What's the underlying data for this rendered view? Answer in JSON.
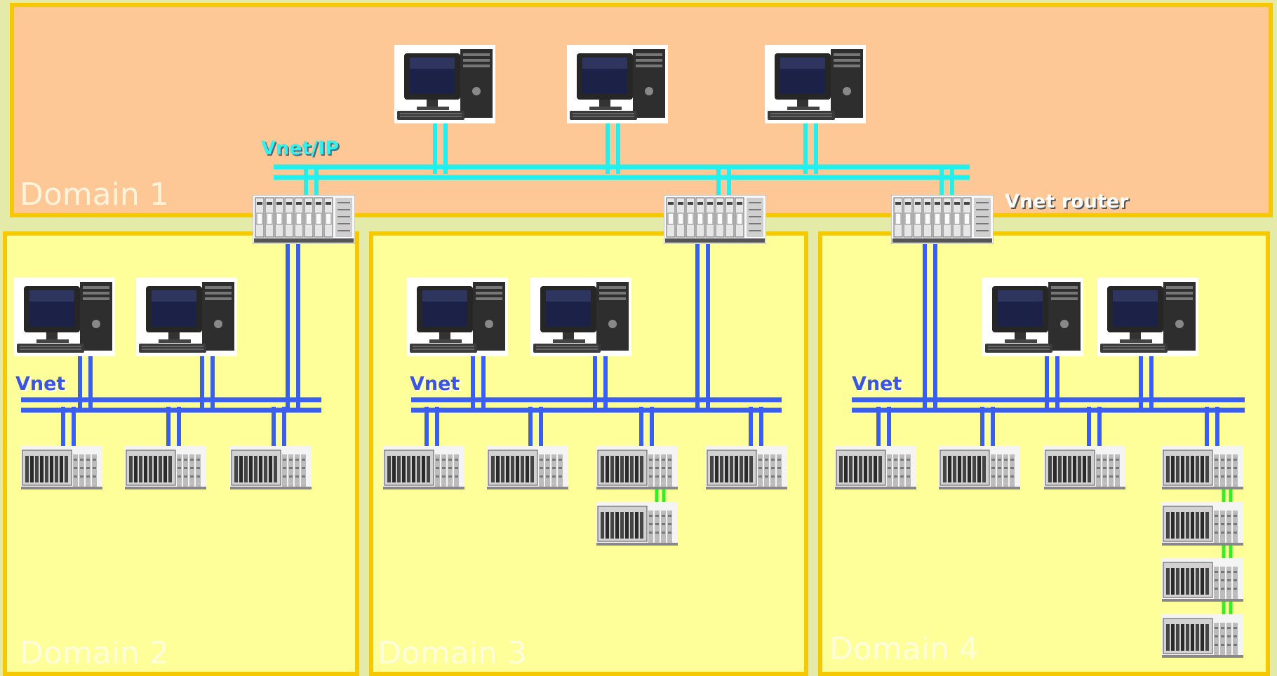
{
  "domains": {
    "d1": "Domain 1",
    "d2": "Domain 2",
    "d3": "Domain 3",
    "d4": "Domain 4"
  },
  "networks": {
    "backbone": "Vnet/IP",
    "d2": "Vnet",
    "d3": "Vnet",
    "d4": "Vnet"
  },
  "router_label": "Vnet router",
  "colors": {
    "vnet_ip": "#22f0ee",
    "vnet": "#3a5ff0",
    "esb_bus": "#33ee22",
    "domain_border": "#f5c800",
    "domain1_fill": "#fdc796",
    "domain_fill": "#ffff9a"
  },
  "icons": {
    "workstation": "desktop-computer-icon",
    "controller": "field-control-station-icon",
    "router": "vnet-router-icon"
  }
}
